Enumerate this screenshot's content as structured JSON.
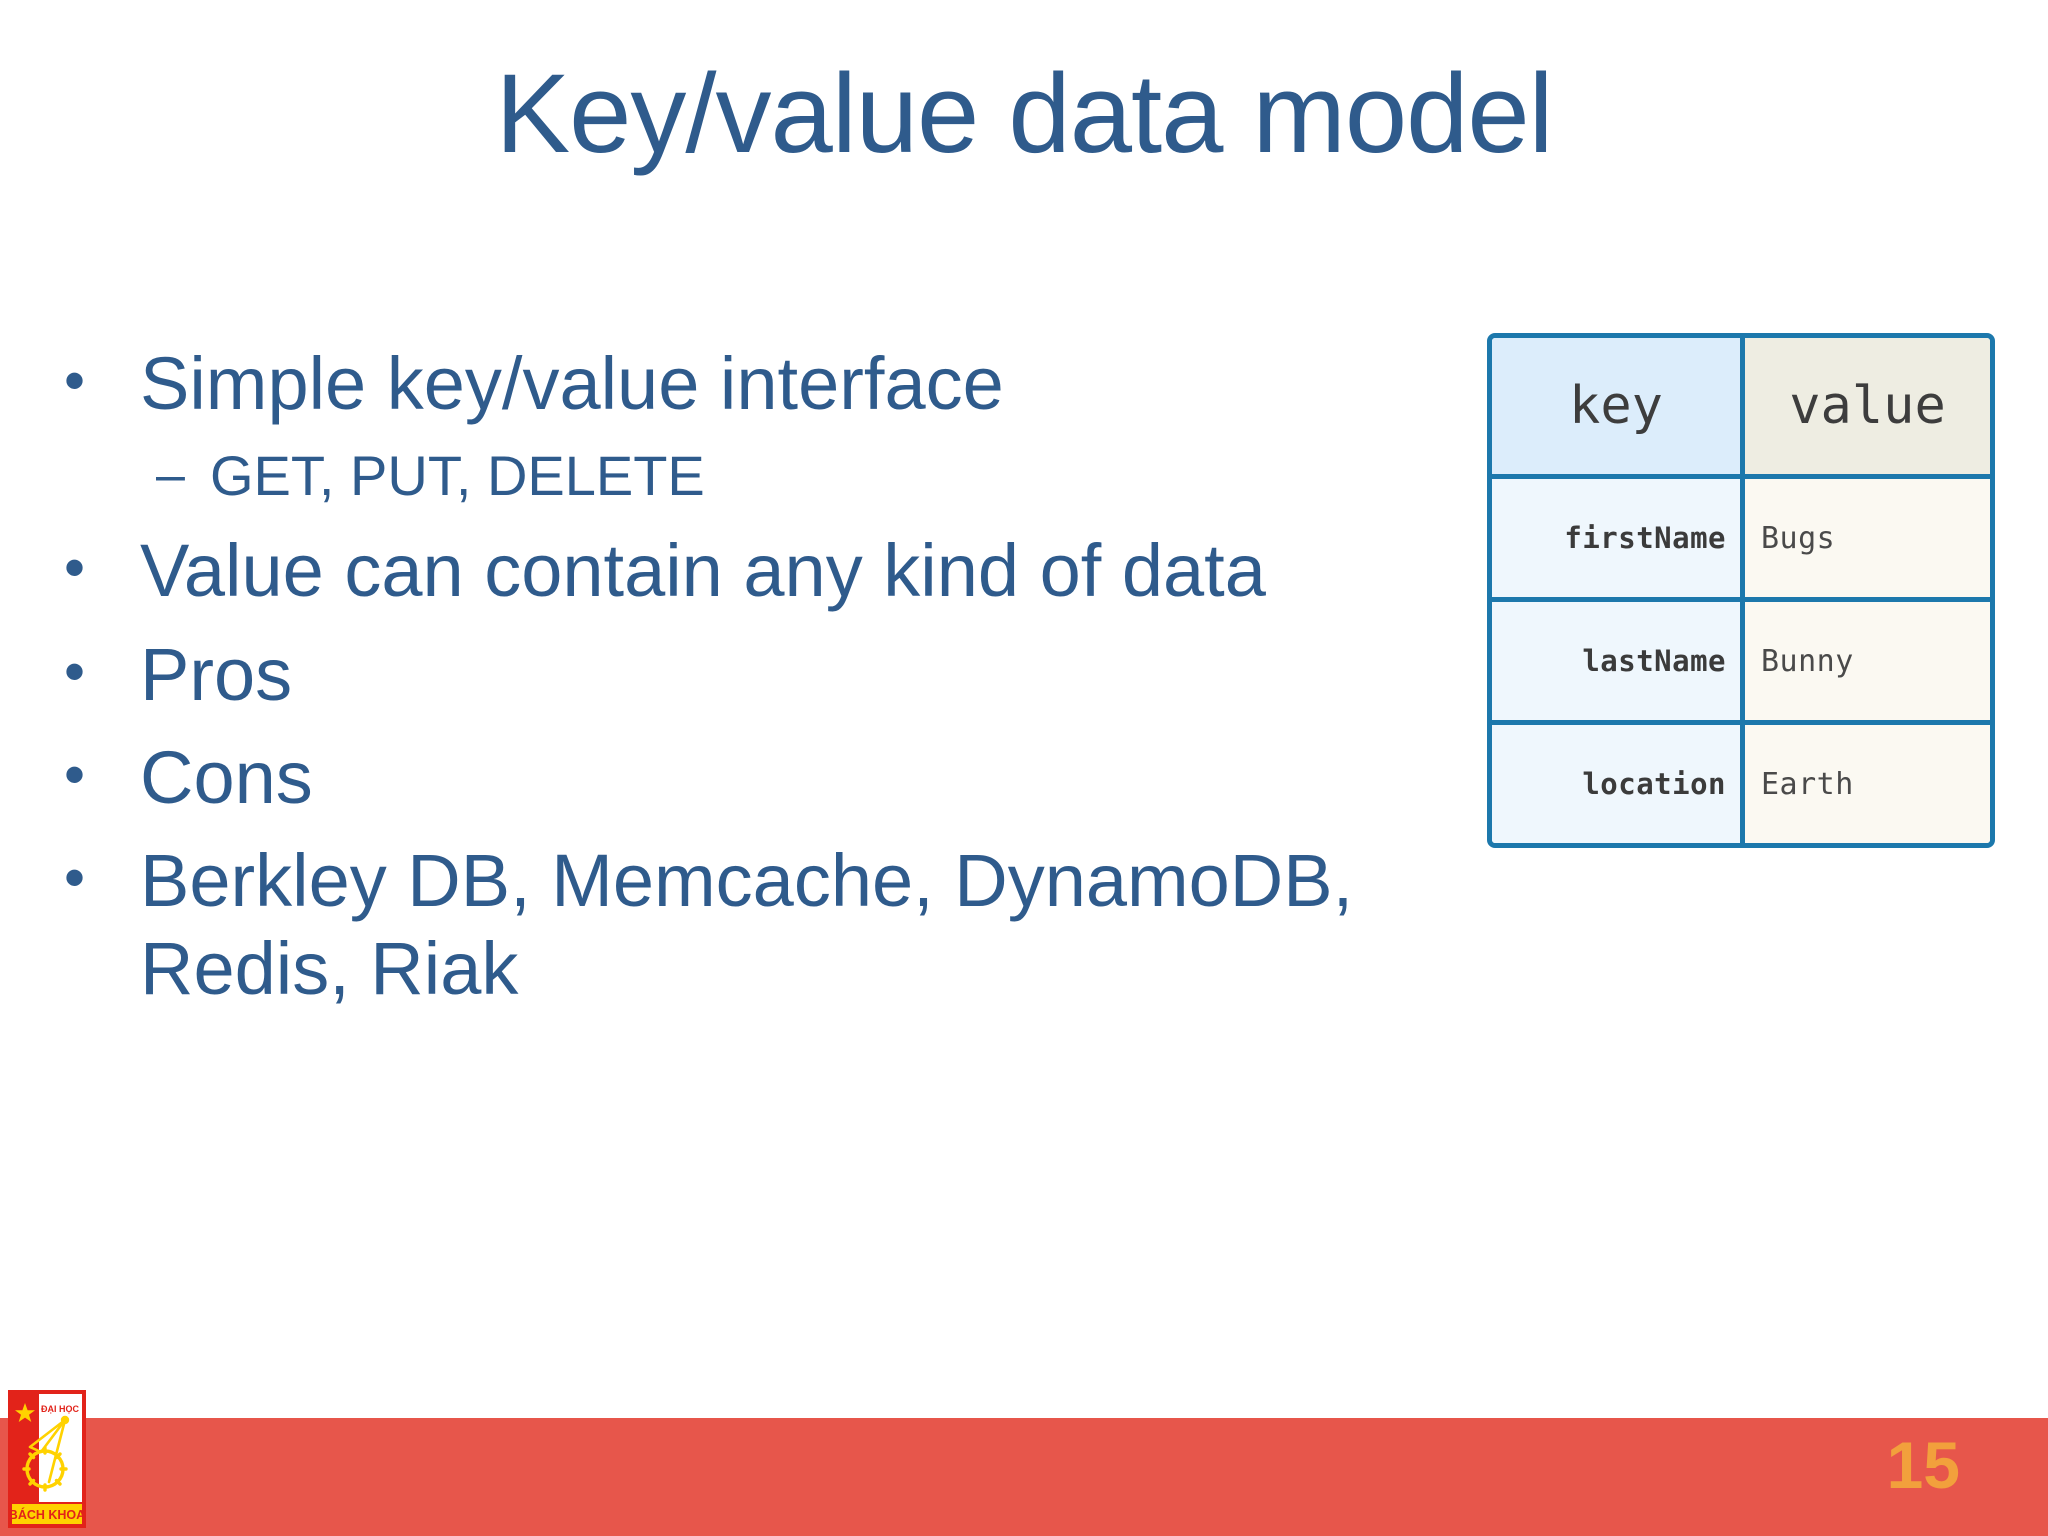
{
  "slide": {
    "title": "Key/value data model",
    "page_number": "15",
    "colors": {
      "title_text": "#2F5B8C",
      "body_text": "#2F5B8C",
      "footer_bar": "#E7564B",
      "page_number": "#F2A03C",
      "table_border": "#1C78AC",
      "key_header_bg": "#DCEDFB",
      "value_header_bg": "#EEEDE2",
      "key_cell_bg": "#EFF7FD",
      "value_cell_bg": "#FBF9F2"
    }
  },
  "bullets": [
    {
      "level": 1,
      "marker": "•",
      "text": "Simple key/value interface"
    },
    {
      "level": 2,
      "marker": "–",
      "text": "GET, PUT, DELETE"
    },
    {
      "level": 1,
      "marker": "•",
      "text": "Value can contain any kind of data"
    },
    {
      "level": 1,
      "marker": "•",
      "text": "Pros"
    },
    {
      "level": 1,
      "marker": "•",
      "text": "Cons"
    },
    {
      "level": 1,
      "marker": "•",
      "text": "Berkley DB, Memcache, DynamoDB, Redis, Riak"
    }
  ],
  "kv_table": {
    "headers": {
      "key": "key",
      "value": "value"
    },
    "rows": [
      {
        "key": "firstName",
        "value": "Bugs"
      },
      {
        "key": "lastName",
        "value": "Bunny"
      },
      {
        "key": "location",
        "value": "Earth"
      }
    ]
  },
  "logo": {
    "top_text": "ĐẠI HỌC",
    "bottom_text": "BÁCH KHOA"
  }
}
